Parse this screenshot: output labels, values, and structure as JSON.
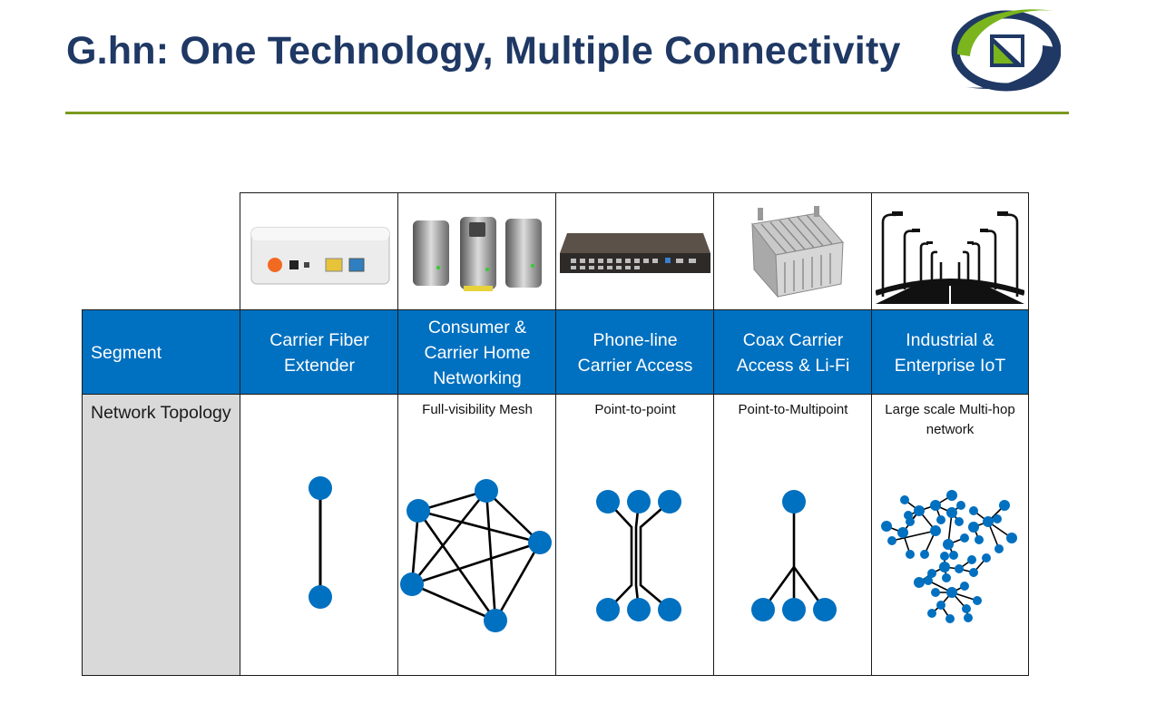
{
  "title": "G.hn: One Technology, Multiple Connectivity",
  "brand_colors": {
    "title": "#1f3864",
    "rule": "#7a9a1e",
    "header_fill": "#0070c0",
    "node": "#0070c0",
    "label_fill": "#d9d9d9"
  },
  "table": {
    "row_labels": {
      "segment": "Segment",
      "topology": "Network Topology"
    },
    "columns": [
      {
        "segment": "Carrier Fiber Extender",
        "topology": "",
        "image": "fiber-extender-device",
        "diagram": "point-pair"
      },
      {
        "segment": "Consumer & Carrier Home Networking",
        "topology": "Full-visibility Mesh",
        "image": "powerline-adapters",
        "diagram": "mesh"
      },
      {
        "segment": "Phone-line Carrier Access",
        "topology": "Point-to-point",
        "image": "rack-access-unit",
        "diagram": "point-to-point"
      },
      {
        "segment": "Coax Carrier Access & Li-Fi",
        "topology": "Point-to-Multipoint",
        "image": "coax-outdoor-node",
        "diagram": "point-to-multipoint"
      },
      {
        "segment": "Industrial & Enterprise IoT",
        "topology": "Large scale Multi-hop network",
        "image": "street-lights",
        "diagram": "multi-hop-tree"
      }
    ]
  }
}
